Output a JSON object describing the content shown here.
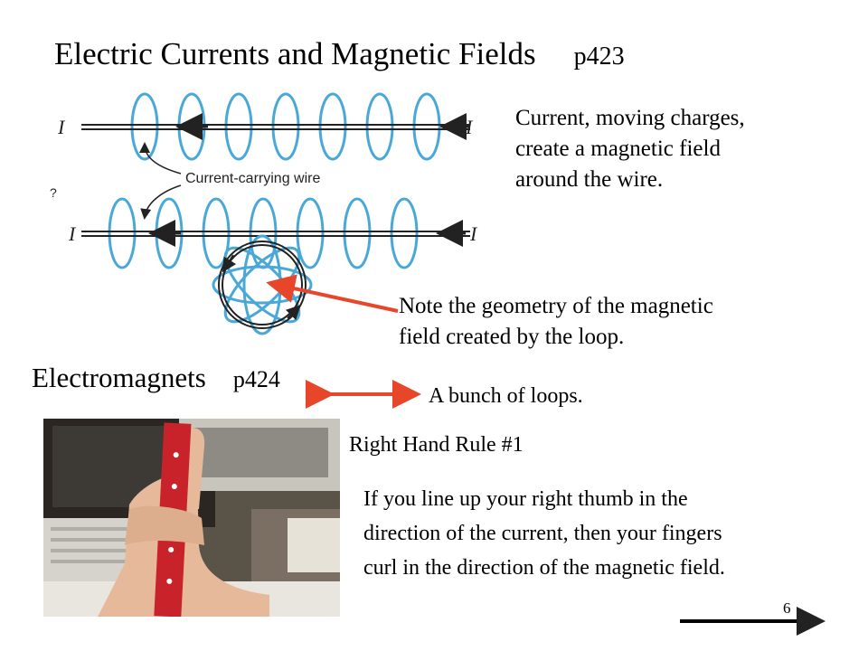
{
  "slide": {
    "title": "Electric Currents and Magnetic Fields",
    "title_page": "p423",
    "current_text": [
      "Current, moving charges,",
      "create a magnetic field",
      "around the wire."
    ],
    "diagram_label": "Current-carrying wire",
    "current_symbol": "I",
    "note_text": [
      "Note the geometry of the magnetic",
      "field created by the loop."
    ],
    "subtitle": "Electromagnets",
    "subtitle_page": "p424",
    "loops_text": "A bunch of loops.",
    "rhr_title": "Right Hand Rule #1",
    "rhr_text": [
      "If you line up your right thumb in the",
      "direction of the current, then your fingers",
      "curl in the direction of the magnetic field."
    ],
    "slide_number": "6"
  },
  "colors": {
    "field_line": "#4aa8d8",
    "annotation_arrow": "#e8462a",
    "wire": "#222222"
  }
}
